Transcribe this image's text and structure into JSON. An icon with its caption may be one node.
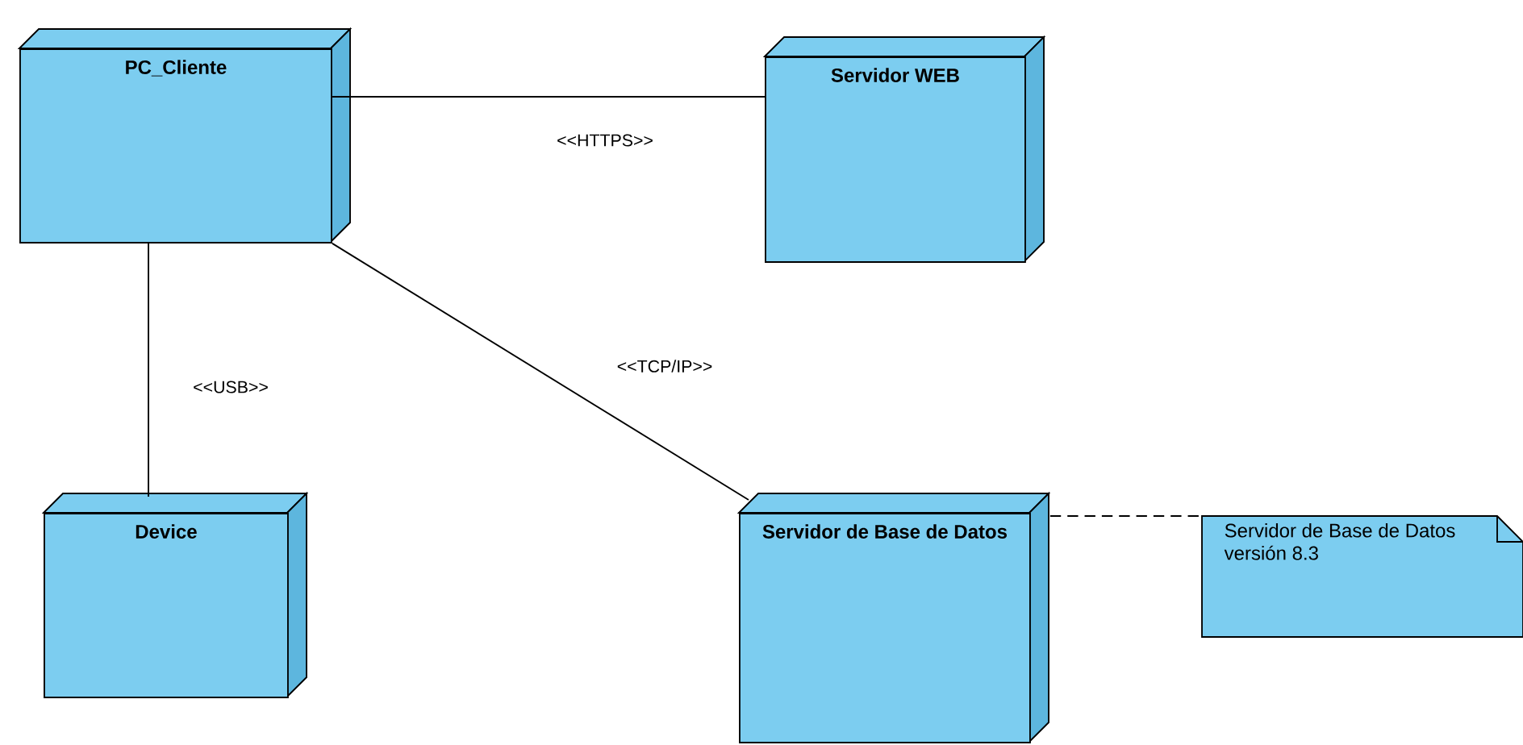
{
  "diagram": {
    "nodes": [
      {
        "text": [
          "PC_Cliente"
        ]
      },
      {
        "text": [
          "Servidor WEB"
        ]
      },
      {
        "text": [
          "Device"
        ]
      },
      {
        "text": [
          "Servidor de Base de Datos"
        ]
      },
      {
        "text": [
          "Servidor de Base de Datos versión 8.3"
        ]
      }
    ],
    "edges": [
      {
        "from": 0,
        "to": 1,
        "arrow": "none",
        "label": "<<HTTPS>>"
      },
      {
        "from": 0,
        "to": 2,
        "arrow": "none",
        "label": "<<USB>>"
      },
      {
        "from": 0,
        "to": 3,
        "arrow": "none",
        "label": "<<TCP/IP>>"
      },
      {
        "from": 3,
        "to": 4,
        "arrow": "none",
        "style": "dashed"
      }
    ]
  }
}
